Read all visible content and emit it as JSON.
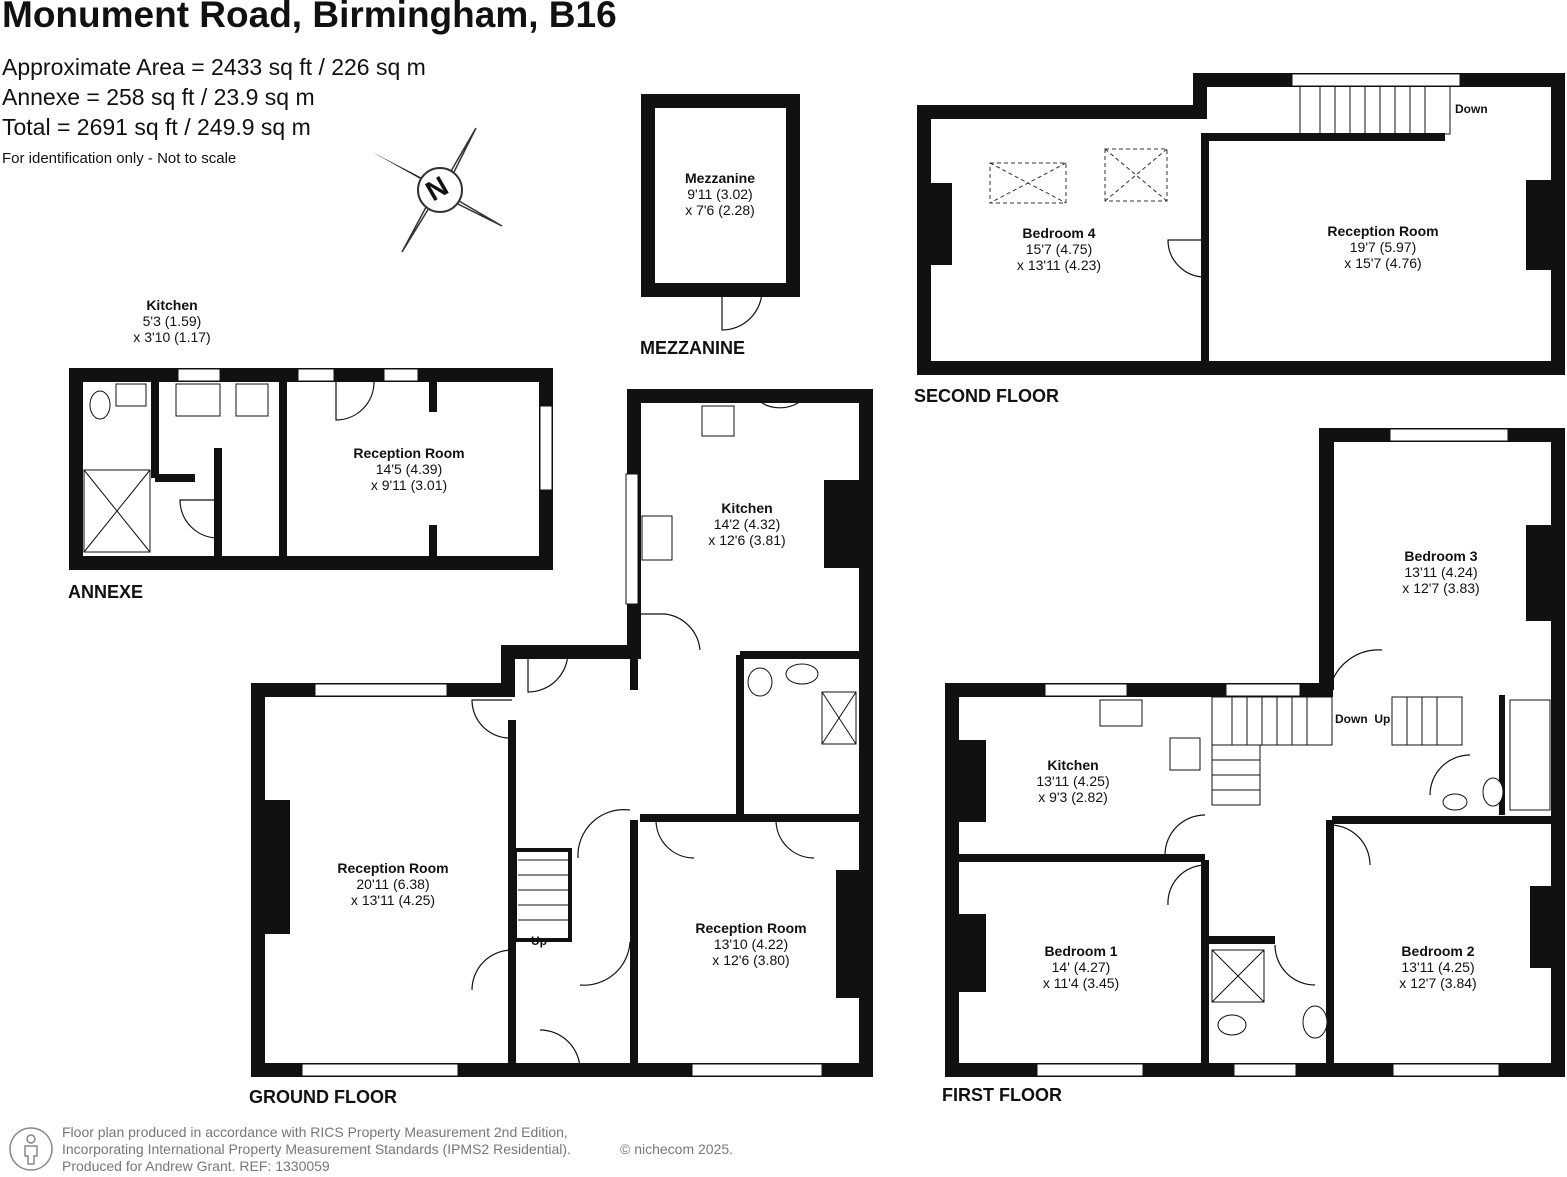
{
  "header": {
    "title": "Monument Road, Birmingham, B16",
    "area_approx": "Approximate Area = 2433 sq ft / 226 sq m",
    "area_annexe": "Annexe = 258 sq ft / 23.9 sq m",
    "area_total": "Total = 2691 sq ft / 249.9 sq m",
    "note": "For identification only - Not to scale"
  },
  "compass": {
    "letter": "N",
    "icon": "compass-icon"
  },
  "floors": {
    "mezzanine": "MEZZANINE",
    "second": "SECOND FLOOR",
    "annexe": "ANNEXE",
    "ground": "GROUND FLOOR",
    "first": "FIRST FLOOR"
  },
  "rooms": {
    "mezzanine": {
      "name": "Mezzanine",
      "dim1": "9'11 (3.02)",
      "dim2": "x 7'6 (2.28)"
    },
    "bedroom4": {
      "name": "Bedroom 4",
      "dim1": "15'7 (4.75)",
      "dim2": "x 13'11 (4.23)"
    },
    "reception_second": {
      "name": "Reception Room",
      "dim1": "19'7 (5.97)",
      "dim2": "x 15'7 (4.76)"
    },
    "annexe_kitchen": {
      "name": "Kitchen",
      "dim1": "5'3 (1.59)",
      "dim2": "x 3'10 (1.17)"
    },
    "annexe_reception": {
      "name": "Reception Room",
      "dim1": "14'5 (4.39)",
      "dim2": "x 9'11 (3.01)"
    },
    "ground_kitchen": {
      "name": "Kitchen",
      "dim1": "14'2 (4.32)",
      "dim2": "x 12'6 (3.81)"
    },
    "ground_reception_large": {
      "name": "Reception Room",
      "dim1": "20'11 (6.38)",
      "dim2": "x 13'11 (4.25)"
    },
    "ground_reception_small": {
      "name": "Reception Room",
      "dim1": "13'10 (4.22)",
      "dim2": "x 12'6 (3.80)"
    },
    "bedroom3": {
      "name": "Bedroom 3",
      "dim1": "13'11 (4.24)",
      "dim2": "x 12'7 (3.83)"
    },
    "first_kitchen": {
      "name": "Kitchen",
      "dim1": "13'11 (4.25)",
      "dim2": "x 9'3 (2.82)"
    },
    "bedroom1": {
      "name": "Bedroom 1",
      "dim1": "14' (4.27)",
      "dim2": "x 11'4 (3.45)"
    },
    "bedroom2": {
      "name": "Bedroom 2",
      "dim1": "13'11 (4.25)",
      "dim2": "x 12'7 (3.84)"
    }
  },
  "stairs": {
    "down": "Down",
    "up": "Up",
    "down_up": "Down  Up"
  },
  "footer": {
    "line1": "Floor plan produced in accordance with RICS Property Measurement 2nd Edition,",
    "line2": "Incorporating International Property Measurement Standards (IPMS2 Residential).",
    "line3": "Produced for Andrew Grant.   REF:  1330059",
    "copyright": "© nichecom 2025.",
    "logo_icon": "person-logo-icon"
  }
}
